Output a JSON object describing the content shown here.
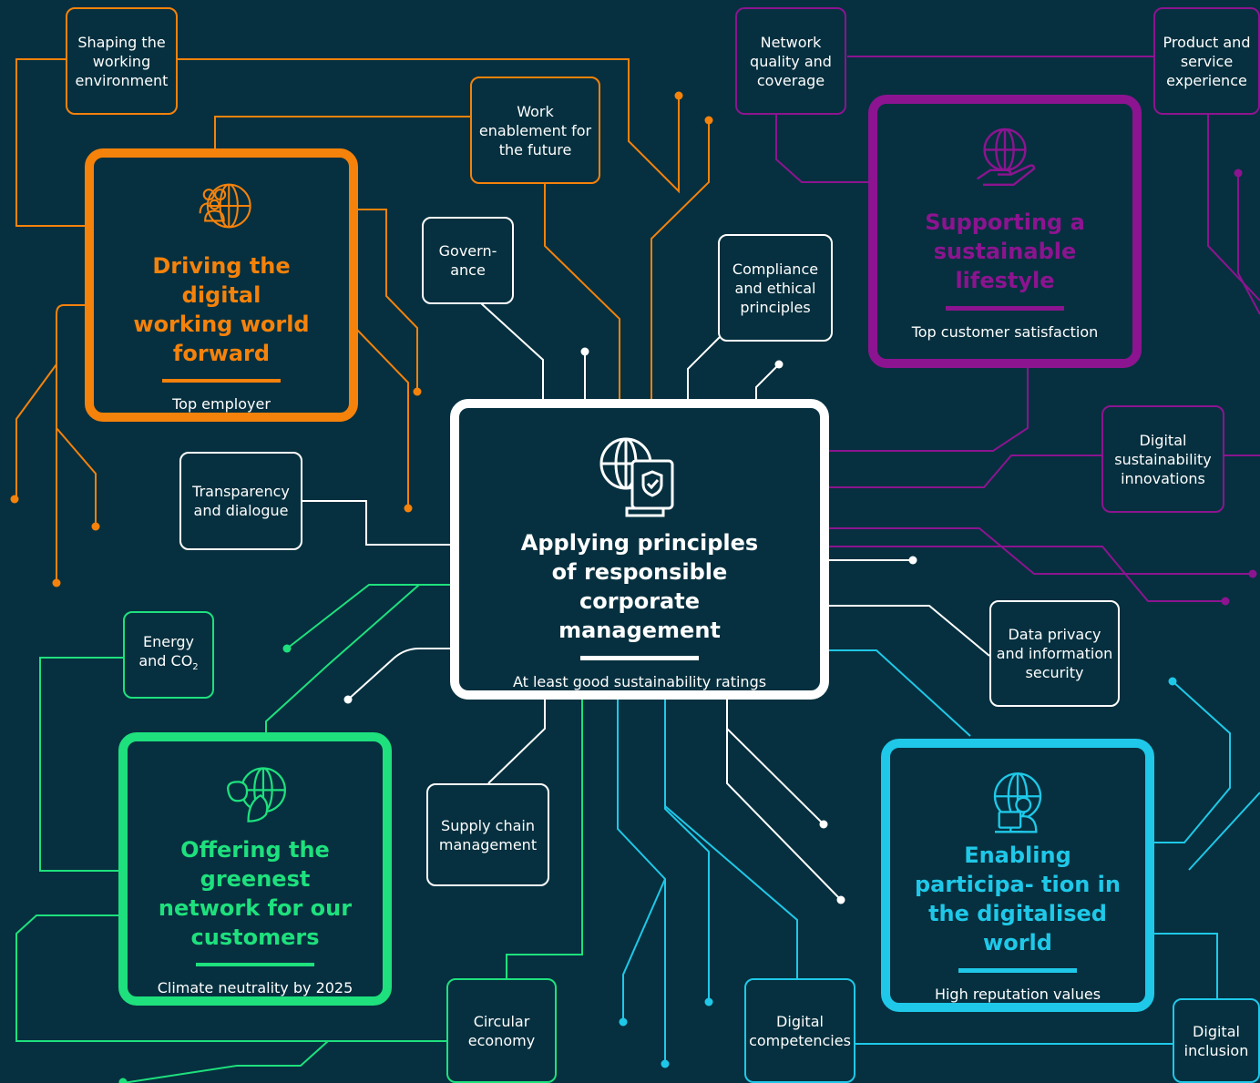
{
  "colors": {
    "background": "#06303f",
    "orange": "#f5820b",
    "purple": "#8c1490",
    "white": "#ffffff",
    "green": "#1ee07d",
    "cyan": "#1fc8e8"
  },
  "center": {
    "title": "Applying principles of responsible corporate management",
    "subtitle": "At least good sustainability ratings",
    "icon": "globe-document-shield-icon"
  },
  "clusters": {
    "orange": {
      "title": "Driving the digital working world forward",
      "subtitle": "Top employer",
      "icon": "globe-people-icon",
      "topics": [
        "Shaping the working environment",
        "Work enablement for the future"
      ]
    },
    "purple": {
      "title": "Supporting a sustainable lifestyle",
      "subtitle": "Top customer satisfaction",
      "icon": "globe-hand-icon",
      "topics": [
        "Network quality and coverage",
        "Product and service experience",
        "Digital sustainability innovations"
      ]
    },
    "green": {
      "title": "Offering the greenest network for our customers",
      "subtitle": "Climate neutrality by 2025",
      "icon": "globe-leaf-icon",
      "topics": [
        "Energy and CO",
        "Circular economy"
      ],
      "energy_subscript": "2"
    },
    "cyan": {
      "title": "Enabling participa- tion in the digitalised world",
      "subtitle": "High reputation values",
      "icon": "globe-person-icon",
      "topics": [
        "Digital competencies",
        "Digital inclusion"
      ]
    }
  },
  "white_topics": [
    "Govern- ance",
    "Compliance and ethical principles",
    "Transparency and dialogue",
    "Supply chain management",
    "Data privacy and information security"
  ]
}
